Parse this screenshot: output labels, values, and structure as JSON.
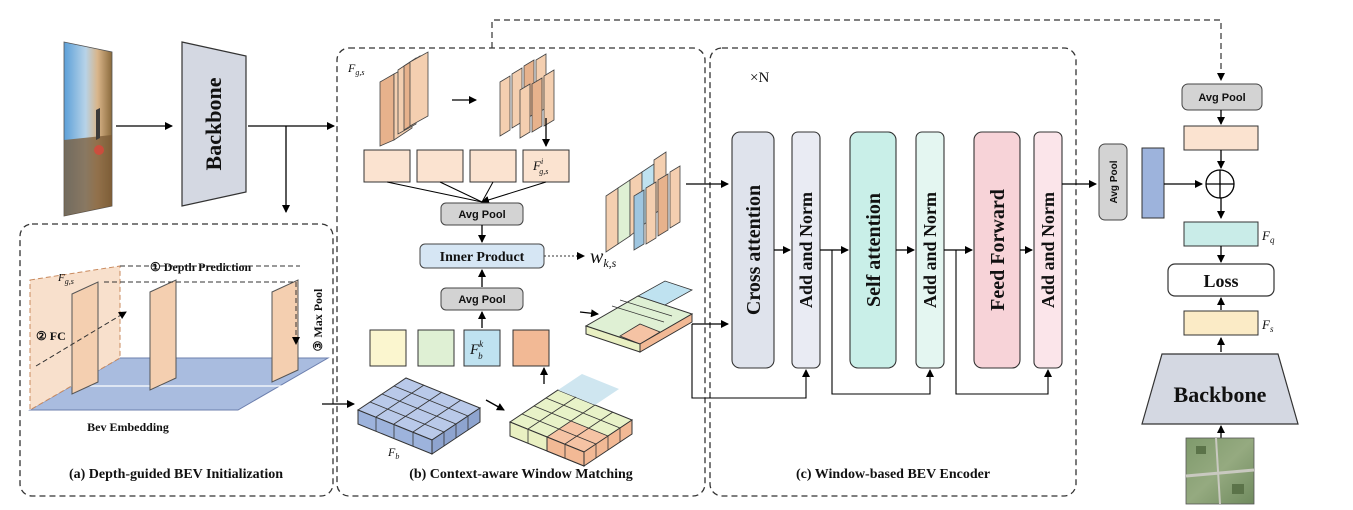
{
  "sections": {
    "a_caption": "(a)  Depth-guided BEV Initialization",
    "b_caption": "(b)  Context-aware Window Matching",
    "c_caption": "(c) Window-based BEV Encoder"
  },
  "left": {
    "backbone": "Backbone",
    "depth_prediction": "① Depth Prediction",
    "fc": "② FC",
    "max_pool": "③ Max Pool",
    "bev_embedding": "Bev Embedding",
    "f_g_s": "F",
    "f_g_s_sub": "g,s"
  },
  "middle": {
    "f_g_s": "F",
    "f_g_s_sub": "g,s",
    "f_i_g_s": "F",
    "f_i_g_s_sup": "i",
    "f_i_g_s_sub": "g,s",
    "avg_pool_top": "Avg Pool",
    "inner_product": "Inner Product",
    "w_ks": "w",
    "w_ks_sub": "k,s",
    "avg_pool_bottom": "Avg Pool",
    "f_b_k": "F",
    "f_b_k_sup": "k",
    "f_b_k_sub": "b",
    "f_b": "F",
    "f_b_sub": "b"
  },
  "encoder": {
    "times_n": "×N",
    "cross_attention": "Cross attention",
    "add_norm_1": "Add and Norm",
    "self_attention": "Self attention",
    "add_norm_2": "Add and Norm",
    "feed_forward": "Feed Forward",
    "add_norm_3": "Add and Norm"
  },
  "right": {
    "avg_pool_mid": "Avg Pool",
    "avg_pool_top": "Avg Pool",
    "f_q": "F",
    "f_q_sub": "q",
    "loss": "Loss",
    "f_s": "F",
    "f_s_sub": "s",
    "backbone": "Backbone"
  },
  "colors": {
    "peach": "#f4cfb0",
    "peach_dark": "#e7b28c",
    "teal": "#c9ece8",
    "blue": "#9db3dc",
    "gray_box": "#d4d8e2",
    "cross_attn": "#dfe3ec",
    "self_attn": "#c9efe8",
    "feed_fwd": "#f7d3d8",
    "inner_product": "#d6e6f4",
    "avg_pool": "#d3d3d3"
  }
}
